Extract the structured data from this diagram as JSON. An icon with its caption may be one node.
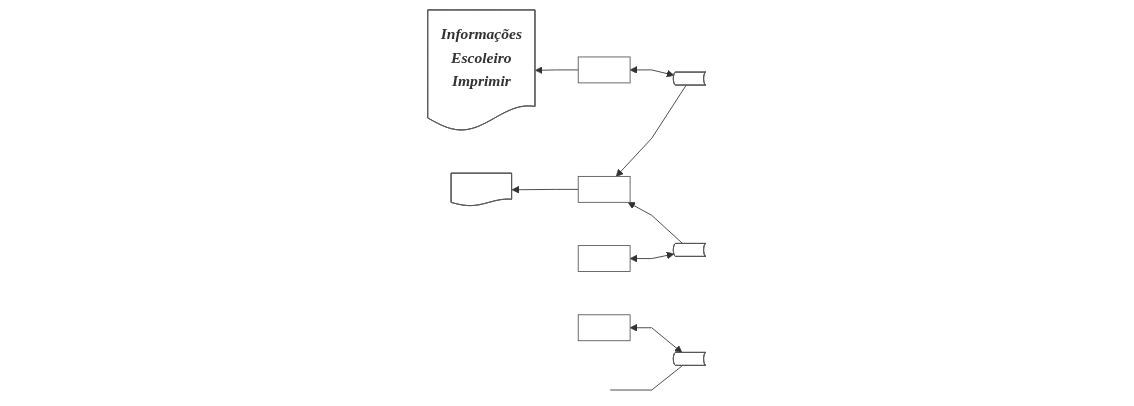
{
  "diagram": {
    "nodes": [
      {
        "text": [
          "Informações",
          "Escoleiro",
          "Imprimir"
        ]
      },
      {
        "text": [],
        "shape": "tape"
      },
      {
        "text": [],
        "shape": "box"
      },
      {
        "text": [],
        "shape": "document"
      },
      {
        "text": [],
        "shape": "box"
      },
      {
        "text": [],
        "shape": "tape"
      },
      {
        "text": [],
        "shape": "box"
      },
      {
        "text": [],
        "shape": "tape"
      },
      {
        "text": [],
        "shape": "box"
      }
    ],
    "edges": [
      {
        "from": 2,
        "to": 0,
        "arrow": "to"
      },
      {
        "from": 1,
        "to": 2,
        "arrow": "both"
      },
      {
        "from": 1,
        "to": 4,
        "arrow": "to"
      },
      {
        "from": 4,
        "to": 3,
        "arrow": "to"
      },
      {
        "from": 5,
        "to": 4,
        "arrow": "to"
      },
      {
        "from": 5,
        "to": 6,
        "arrow": "both"
      },
      {
        "from": 7,
        "to": 8,
        "arrow": "both"
      },
      {
        "from": 7,
        "to": null,
        "arrow": "none"
      }
    ]
  }
}
